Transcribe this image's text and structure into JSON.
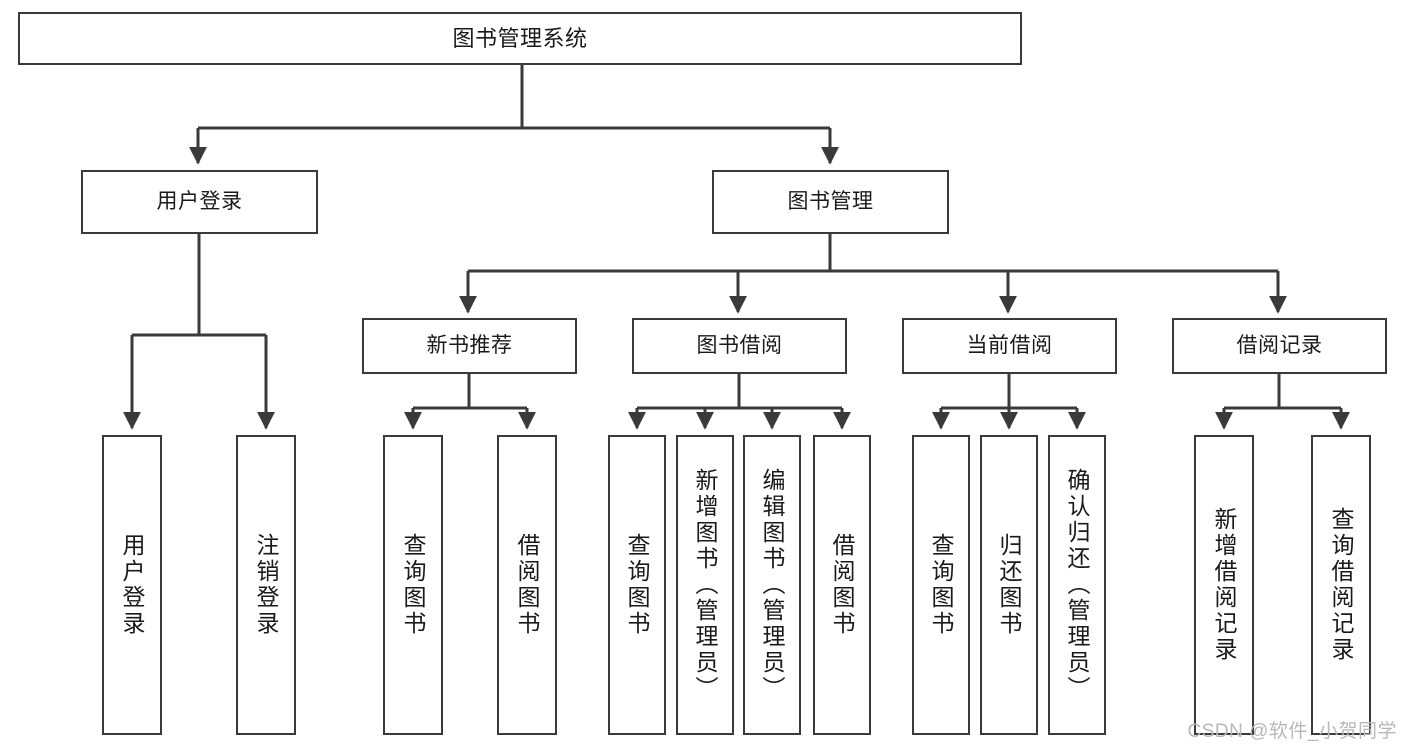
{
  "diagram": {
    "title": "图书管理系统",
    "watermark": "CSDN @软件_小贺同学",
    "stroke_color": "#3a3a3a",
    "fill_color": "#ffffff",
    "text_color": "#1a1a1a",
    "watermark_color": "#b8b8b8",
    "type": "tree-hierarchy",
    "nodes": {
      "root": {
        "label": "图书管理系统"
      },
      "level2": [
        {
          "label": "用户登录"
        },
        {
          "label": "图书管理"
        }
      ],
      "level3": [
        {
          "label": "新书推荐"
        },
        {
          "label": "图书借阅"
        },
        {
          "label": "当前借阅"
        },
        {
          "label": "借阅记录"
        }
      ],
      "leaves": {
        "user_login": [
          {
            "label": "用户登录"
          },
          {
            "label": "注销登录"
          }
        ],
        "new_book_recommend": [
          {
            "label": "查询图书"
          },
          {
            "label": "借阅图书"
          }
        ],
        "book_borrow": [
          {
            "label": "查询图书"
          },
          {
            "label": "新增图书（管理员）"
          },
          {
            "label": "编辑图书（管理员）"
          },
          {
            "label": "借阅图书"
          }
        ],
        "current_borrow": [
          {
            "label": "查询图书"
          },
          {
            "label": "归还图书"
          },
          {
            "label": "确认归还（管理员）"
          }
        ],
        "borrow_record": [
          {
            "label": "新增借阅记录"
          },
          {
            "label": "查询借阅记录"
          }
        ]
      }
    }
  }
}
